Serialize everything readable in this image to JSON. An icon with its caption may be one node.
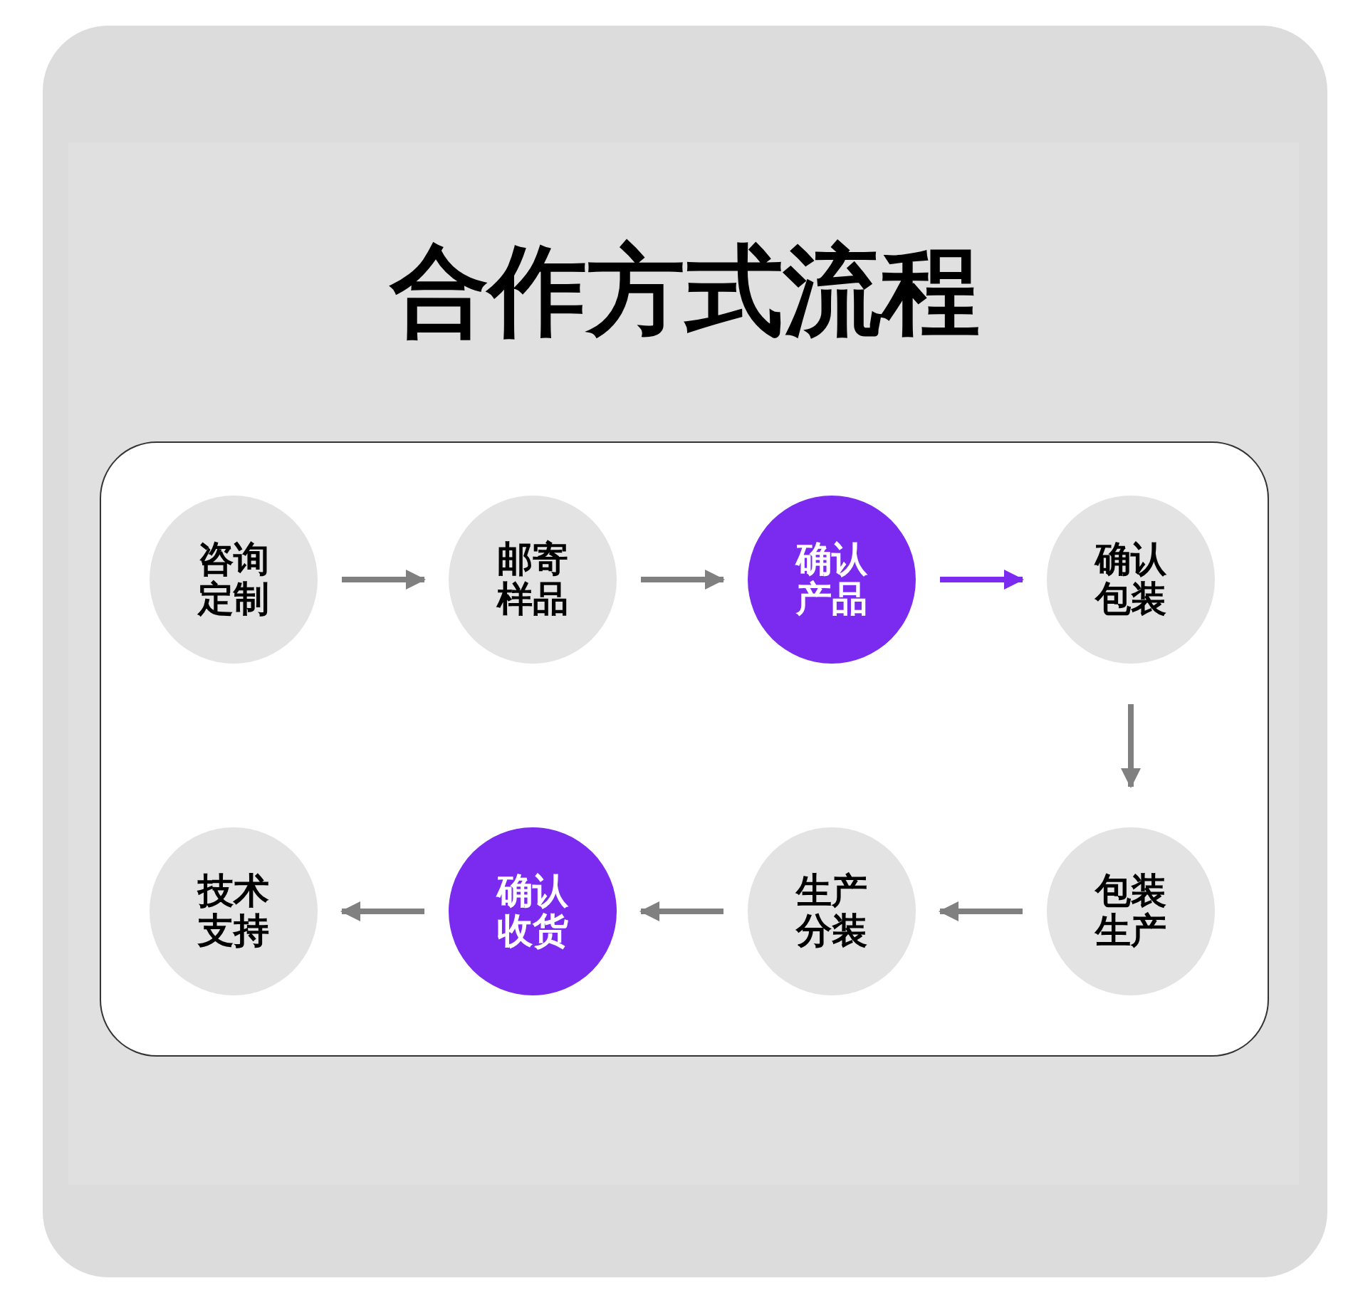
{
  "diagram": {
    "title": "合作方式流程",
    "nodes": [
      {
        "text": [
          "咨询定制"
        ]
      },
      {
        "text": [
          "邮寄样品"
        ]
      },
      {
        "text": [
          "确认产品"
        ]
      },
      {
        "text": [
          "确认包装"
        ]
      },
      {
        "text": [
          "技术支持"
        ]
      },
      {
        "text": [
          "确认收货"
        ]
      },
      {
        "text": [
          "生产分装"
        ]
      },
      {
        "text": [
          "包装生产"
        ]
      }
    ],
    "edges": [
      {
        "from": 0,
        "to": 1,
        "arrow": "to"
      },
      {
        "from": 1,
        "to": 2,
        "arrow": "to"
      },
      {
        "from": 2,
        "to": 3,
        "arrow": "to",
        "color": "#7b2bf0"
      },
      {
        "from": 3,
        "to": 7,
        "arrow": "to"
      },
      {
        "from": 7,
        "to": 6,
        "arrow": "to"
      },
      {
        "from": 6,
        "to": 5,
        "arrow": "to"
      },
      {
        "from": 5,
        "to": 4,
        "arrow": "to"
      }
    ]
  }
}
